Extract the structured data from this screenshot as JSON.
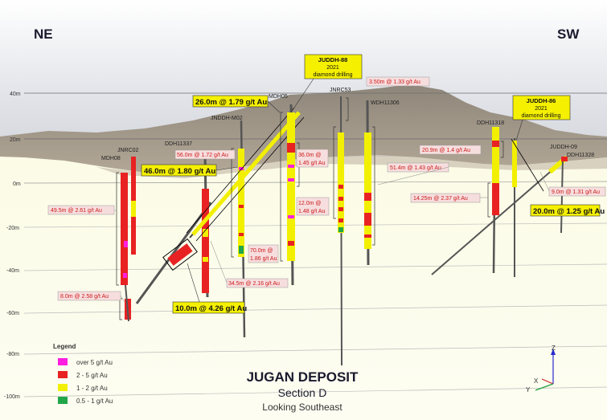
{
  "directions": {
    "left": "NE",
    "right": "SW"
  },
  "title": {
    "main": "JUGAN DEPOSIT",
    "section": "Section D",
    "view": "Looking Southeast"
  },
  "elevations": [
    "40m",
    "20m",
    "0m",
    "-20m",
    "-40m",
    "-60m",
    "-80m",
    "-100m"
  ],
  "holes": {
    "MDH08": "MDH08",
    "JNRC02": "JNRC02",
    "DDH11337": "DDH11337",
    "JNDDH_M02": "JNDDH-M02",
    "MDH05": "MDH05",
    "JNRC53": "JNRC53",
    "WDH11306": "WDH11306",
    "DDH11318": "DDH11318",
    "JUDDH_09": "JUDDH-09",
    "DDH11328": "DDH11328"
  },
  "grades": {
    "g1": "49.5m @ 2.61 g/t Au",
    "g2": "8.0m @ 2.58 g/t Au",
    "g3": "56.0m @ 1.72 g/t Au",
    "g4": "34.5m @ 2.16 g/t Au",
    "g5a": "70.0m @",
    "g5b": "1.86 g/t Au",
    "g6a": "36.0m @",
    "g6b": "1.45 g/t Au",
    "g7a": "12.0m @",
    "g7b": "1.48 g/t Au",
    "g8": "3.50m @ 1.33 g/t Au",
    "g9": "51.4m @ 1.43 g/t Au",
    "g10": "20.9m @ 1.4 g/t Au",
    "g11": "14.25m @ 2.37 g/t Au",
    "g12": "9.0m @ 1.31 g/t Au"
  },
  "callouts": {
    "c1": "26.0m @ 1.79 g/t Au",
    "c2": "46.0m @ 1.80 g/t Au",
    "c3": "10.0m @ 4.26 g/t Au",
    "c4": "20.0m @ 1.25 g/t Au"
  },
  "drill_boxes": {
    "j88": {
      "l1": "JUDDH-88",
      "l2": "2021",
      "l3": "diamond drilling"
    },
    "j86": {
      "l1": "JUDDH-86",
      "l2": "2021",
      "l3": "diamond drilling"
    }
  },
  "legend": {
    "title": "Legend",
    "items": [
      {
        "label": "over 5 g/t Au",
        "color": "#ff1ee0"
      },
      {
        "label": "2 - 5 g/t Au",
        "color": "#e82222"
      },
      {
        "label": "1 - 2 g/t Au",
        "color": "#f2f000"
      },
      {
        "label": "0.5 - 1 g/t Au",
        "color": "#22a64a"
      }
    ]
  },
  "axes": {
    "z": "Z",
    "x": "X",
    "y": "Y"
  },
  "colors": {
    "high": "#ff1ee0",
    "mid": "#e82222",
    "low": "#f2f000",
    "trace": "#22a64a",
    "callout_fill": "#f5f000",
    "grade_text": "#cc1a1a"
  }
}
